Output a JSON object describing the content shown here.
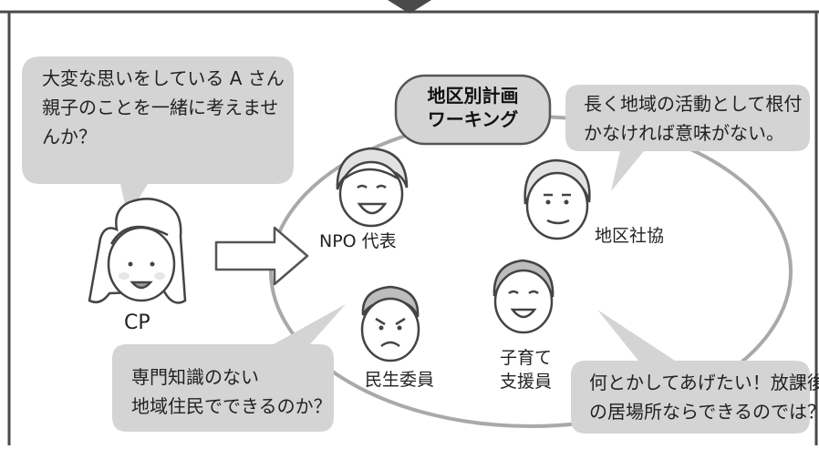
{
  "title_pill": {
    "line1": "地区別計画",
    "line2": "ワーキング"
  },
  "bubbles": {
    "cp": {
      "line1": "大変な思いをしている A さん",
      "line2": "親子のことを一緒に考えませ",
      "line3": "んか？"
    },
    "shakyo": {
      "line1": "長く地域の活動として根付",
      "line2": "かなければ意味がない。"
    },
    "minsei": {
      "line1": "専門知識のない",
      "line2": "地域住民でできるのか？"
    },
    "kosodate": {
      "line1": "何とかしてあげたい！放課後",
      "line2": "の居場所ならできるのでは？"
    }
  },
  "people": {
    "cp": "CP",
    "npo": "NPO 代表",
    "shakyo": "地区社協",
    "minsei": "民生委員",
    "kosodate_line1": "子育て",
    "kosodate_line2": "支援員"
  },
  "colors": {
    "bubble": "#d4d4d4",
    "outline": "#6b6b6b",
    "frame": "#4a4a4a"
  }
}
